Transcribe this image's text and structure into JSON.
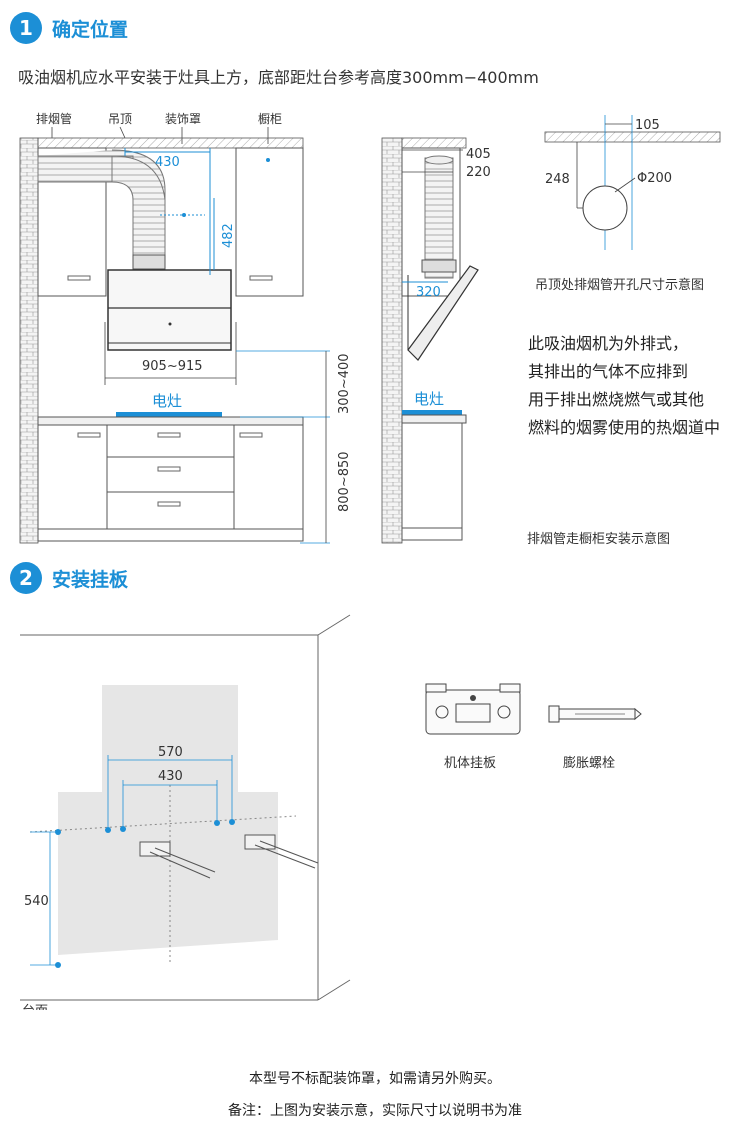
{
  "section1": {
    "number": "1",
    "title": "确定位置",
    "instruction": "吸油烟机应水平安装于灶具上方，底部距灶台参考高度300mm−400mm",
    "front_view": {
      "label_duct": "排烟管",
      "label_ceiling": "吊顶",
      "label_cover": "装饰罩",
      "label_cabinet": "橱柜",
      "dim_430": "430",
      "dim_482": "482",
      "dim_width": "905~915",
      "dim_height1": "300~400",
      "dim_height2": "800~850",
      "stove": "电灶"
    },
    "side_view": {
      "dim_405": "405",
      "dim_220": "220",
      "dim_320": "320",
      "stove": "电灶",
      "caption": "排烟管走橱柜安装示意图"
    },
    "hole_view": {
      "dim_105": "105",
      "dim_248": "248",
      "dim_phi": "Φ200",
      "caption": "吊顶处排烟管开孔尺寸示意图"
    },
    "exhaust_note": [
      "此吸油烟机为外排式，",
      "其排出的气体不应排到",
      "用于排出燃烧燃气或其他",
      "燃料的烟雾使用的热烟道中"
    ]
  },
  "section2": {
    "number": "2",
    "title": "安装挂板",
    "dim_570": "570",
    "dim_430": "430",
    "dim_540": "540",
    "countertop": "台面",
    "part1_label": "机体挂板",
    "part2_label": "膨胀螺栓"
  },
  "footer": {
    "line1": "本型号不标配装饰罩，如需请另外购买。",
    "line2": "备注：上图为安装示意，实际尺寸以说明书为准"
  },
  "colors": {
    "accent": "#1c8fd6",
    "line": "#444444",
    "wall": "#e6e6e6"
  }
}
